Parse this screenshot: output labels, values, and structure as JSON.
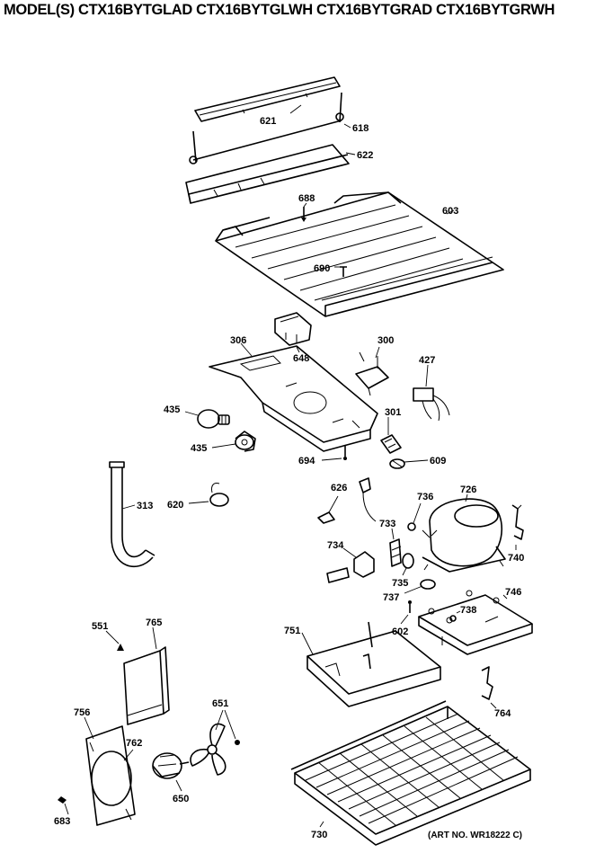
{
  "title": "MODEL(S) CTX16BYTGLAD CTX16BYTGLWH CTX16BYTGRAD CTX16BYTGRWH",
  "art_number": "(ART NO. WR18222 C)",
  "callouts": {
    "c621": "621",
    "c618": "618",
    "c622": "622",
    "c688": "688",
    "c603": "603",
    "c690": "690",
    "c306": "306",
    "c648": "648",
    "c300": "300",
    "c427": "427",
    "c435a": "435",
    "c435b": "435",
    "c301": "301",
    "c694": "694",
    "c609": "609",
    "c313": "313",
    "c620": "620",
    "c626": "626",
    "c736": "736",
    "c726": "726",
    "c733": "733",
    "c734": "734",
    "c735": "735",
    "c740": "740",
    "c737": "737",
    "c746": "746",
    "c738": "738",
    "c551": "551",
    "c765": "765",
    "c751": "751",
    "c602": "602",
    "c756": "756",
    "c651": "651",
    "c762": "762",
    "c764": "764",
    "c650": "650",
    "c683": "683",
    "c730": "730"
  },
  "icons": {
    "shelf_bracket": "bracket-icon",
    "hinge_rod": "rod-icon",
    "light_shield": "shield-icon",
    "shelf": "shelf-icon",
    "thermostat": "thermostat-icon",
    "control_housing": "housing-icon",
    "bulb": "bulb-icon",
    "drain_tube": "tube-icon",
    "compressor": "compressor-icon",
    "drain_pan": "pan-icon",
    "fan_blade": "fan-icon",
    "fan_motor": "motor-icon",
    "condenser": "coil-icon"
  }
}
